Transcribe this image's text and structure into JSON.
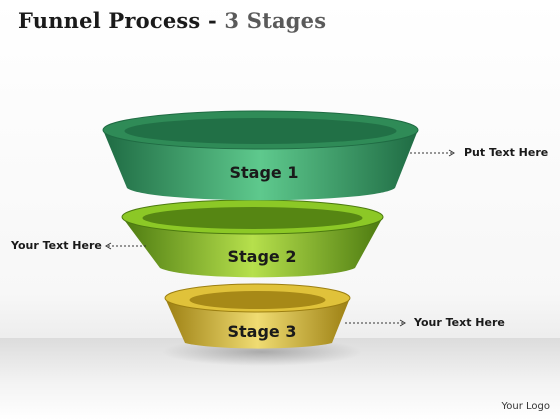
{
  "title": {
    "main": "Funnel Process - ",
    "sub": "3 Stages"
  },
  "stages": [
    {
      "label": "Stage 1",
      "color_dark": "#1f6b43",
      "color_mid": "#2e9a60",
      "color_light": "#5ec98d",
      "rim": "#2f8b57"
    },
    {
      "label": "Stage 2",
      "color_dark": "#4c7a10",
      "color_mid": "#7fba1e",
      "color_light": "#b6e04c",
      "rim": "#8cc826"
    },
    {
      "label": "Stage 3",
      "color_dark": "#9c7f12",
      "color_mid": "#cfae28",
      "color_light": "#f0dc72",
      "rim": "#e0c23a"
    }
  ],
  "callouts": [
    {
      "text": "Put Text Here"
    },
    {
      "text": "Your Text Here"
    },
    {
      "text": "Your Text Here"
    }
  ],
  "logo": "Your Logo"
}
